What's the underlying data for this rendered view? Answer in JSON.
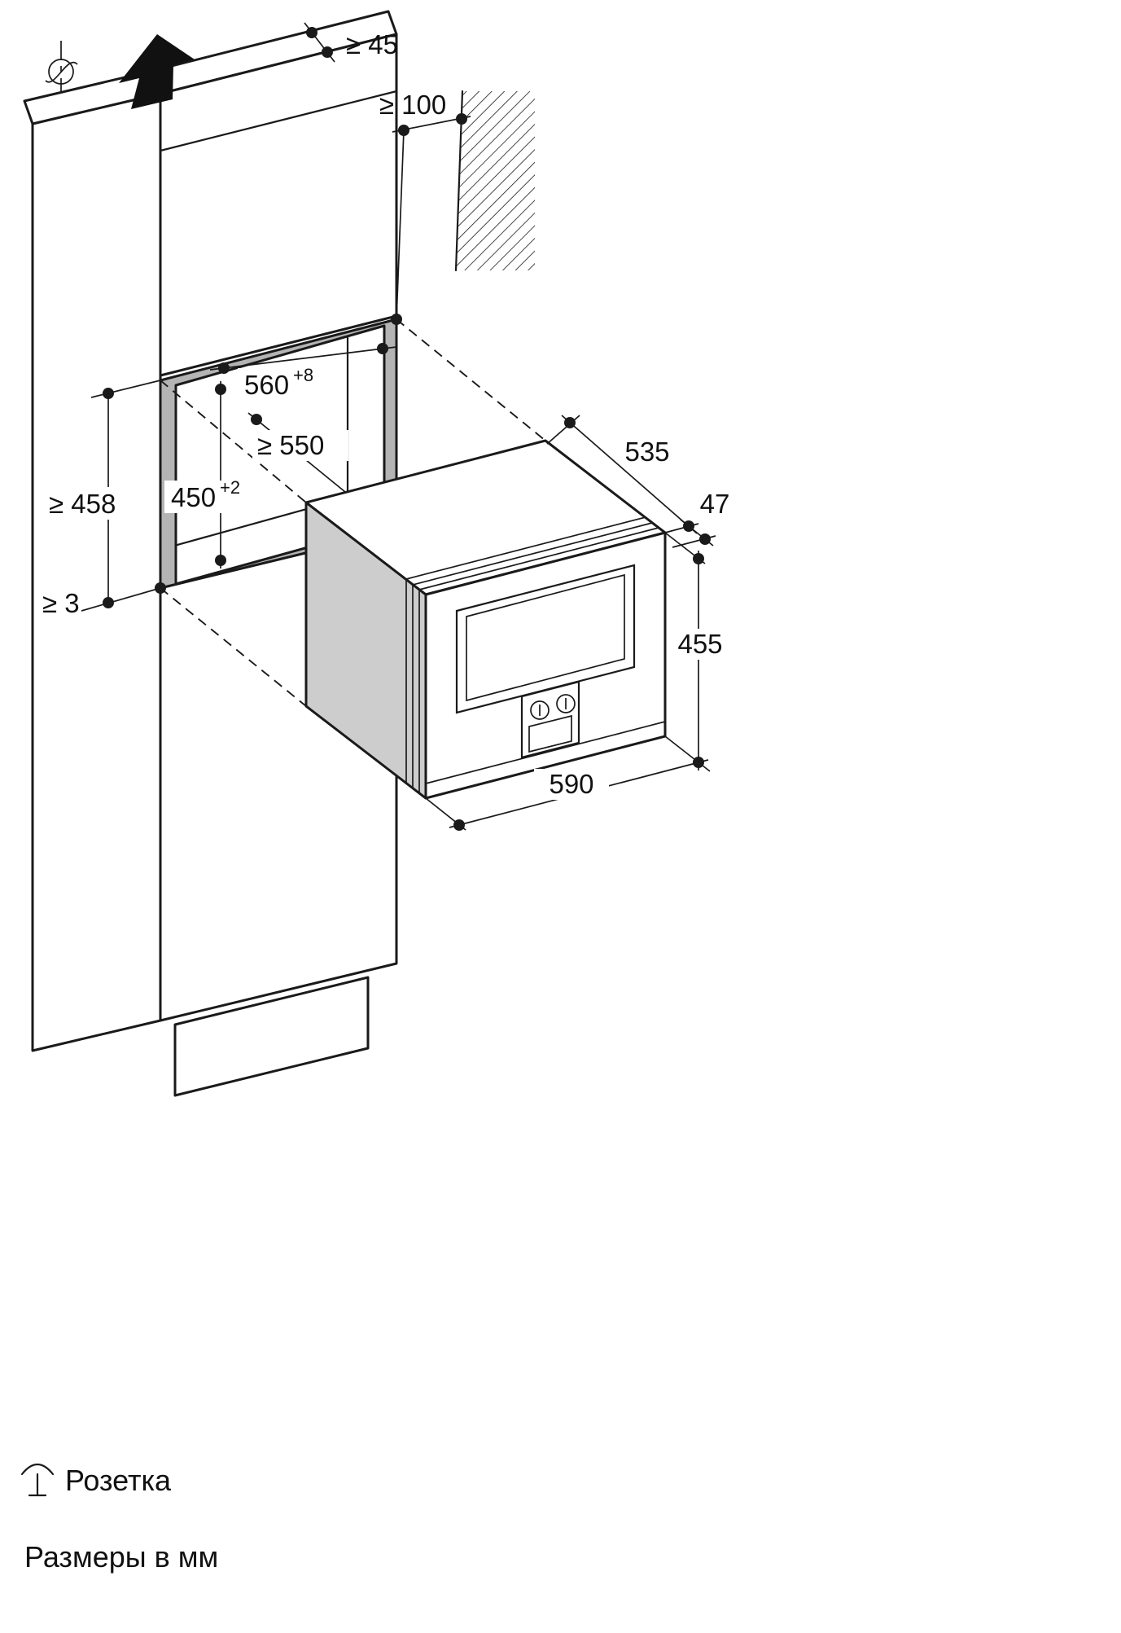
{
  "colors": {
    "ink": "#1a1a1a",
    "niche_frame": "#b4b4b4",
    "appliance_side": "#cdcdcd"
  },
  "dimensions": {
    "top_clearance": "≥ 45",
    "wall_clearance": "≥ 100",
    "niche_width": {
      "value": "560",
      "tolerance": "+8"
    },
    "niche_depth": "≥ 550",
    "niche_height": {
      "value": "450",
      "tolerance": "+2"
    },
    "front_cutout_height": "≥ 458",
    "bottom_gap": "≥ 3",
    "appliance_depth": "535",
    "door_protrusion": "47",
    "appliance_height": "455",
    "appliance_width": "590"
  },
  "legend": {
    "socket": "Розетка",
    "units": "Размеры в мм"
  }
}
